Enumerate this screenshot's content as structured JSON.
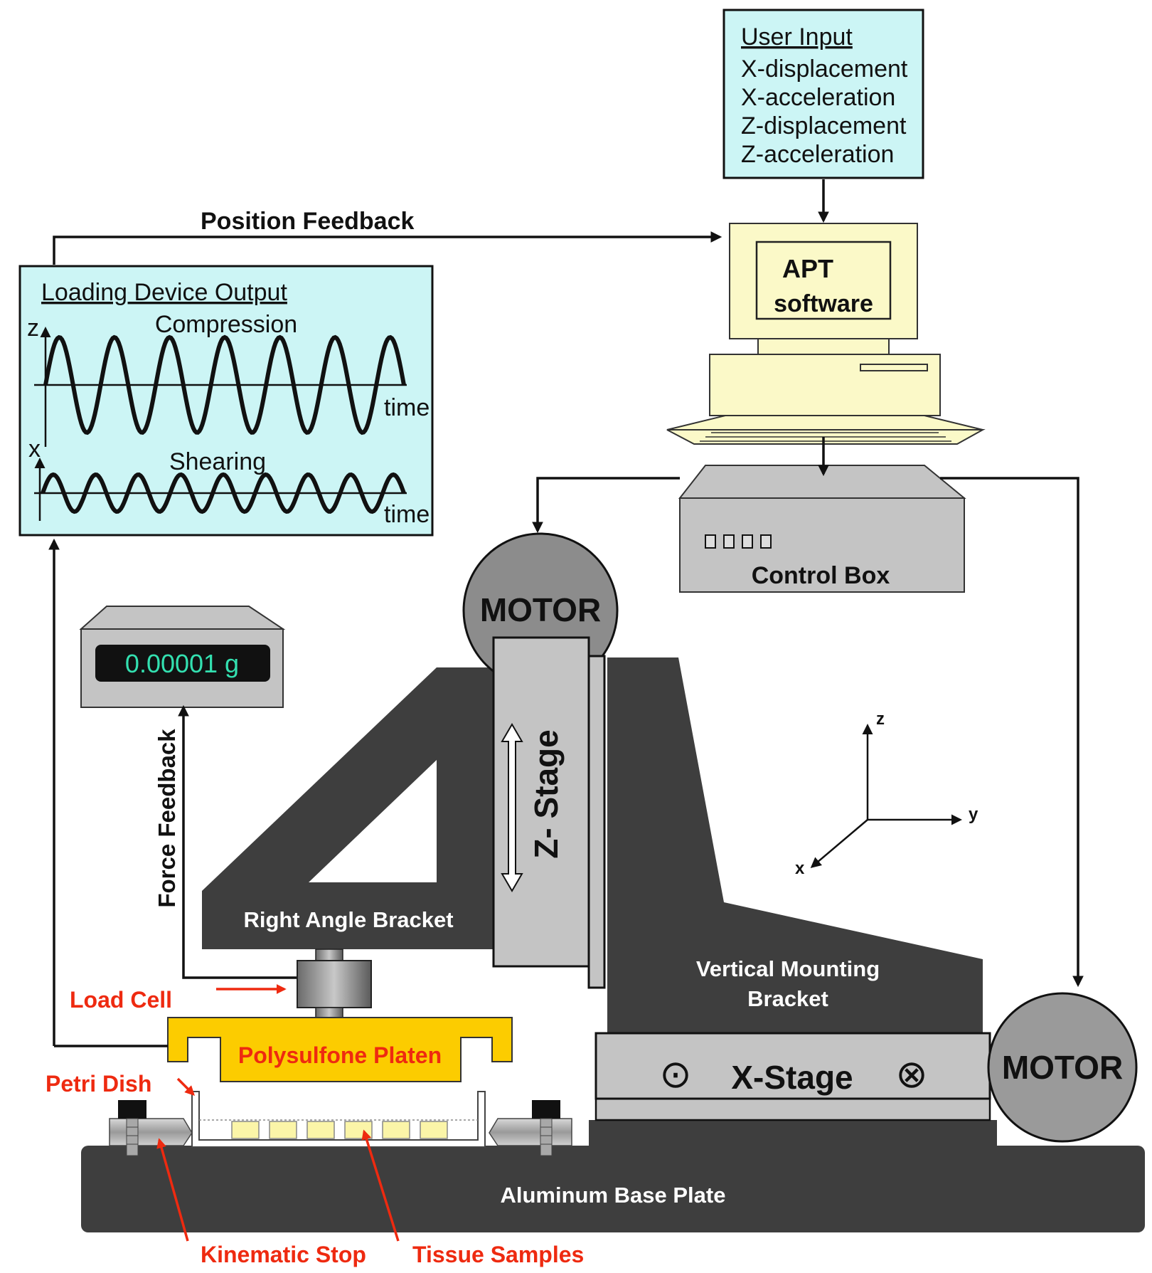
{
  "user_input": {
    "title": "User Input",
    "items": [
      "X-displacement",
      "X-acceleration",
      "Z-displacement",
      "Z-acceleration"
    ]
  },
  "computer": {
    "line1": "APT",
    "line2": "software"
  },
  "position_feedback": "Position Feedback",
  "loading_output": {
    "title": "Loading Device Output",
    "compression_label": "Compression",
    "shearing_label": "Shearing",
    "z_axis": "z",
    "x_axis": "x",
    "time_label_1": "time",
    "time_label_2": "time"
  },
  "control_box": {
    "label": "Control Box"
  },
  "motors": {
    "z_motor": "MOTOR",
    "x_motor": "MOTOR"
  },
  "balance": {
    "reading": "0.00001 g"
  },
  "force_feedback": "Force Feedback",
  "z_stage": "Z- Stage",
  "right_angle_bracket": "Right Angle Bracket",
  "vertical_bracket": {
    "line1": "Vertical Mounting",
    "line2": "Bracket"
  },
  "x_stage": {
    "label": "X-Stage",
    "symbol_left": "⊙",
    "symbol_right": "⊗"
  },
  "axes": {
    "z": "z",
    "y": "y",
    "x": "x"
  },
  "load_cell": "Load Cell",
  "platen": "Polysulfone Platen",
  "petri_dish": "Petri Dish",
  "base_plate": "Aluminum Base Plate",
  "kinematic_stop": "Kinematic Stop",
  "tissue_samples": "Tissue Samples",
  "colors": {
    "panel_fill": "#ccf5f5",
    "dark_bracket": "#3e3e3e",
    "stage_gray": "#c4c4c4",
    "platen_yellow": "#fccc00",
    "computer_cream": "#fbf9c8",
    "label_red": "#ee2a10",
    "display_text": "#33e0b0"
  }
}
